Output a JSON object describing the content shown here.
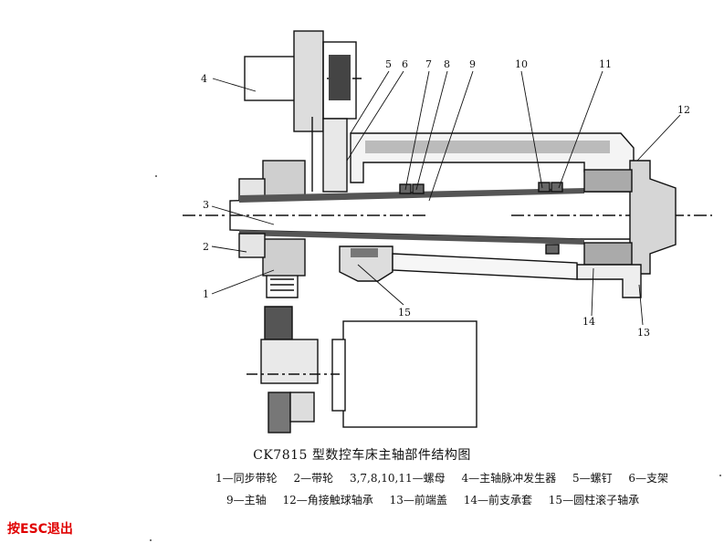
{
  "callouts": [
    "4",
    "5",
    "6",
    "8",
    "7",
    "9",
    "10",
    "11",
    "12",
    "3",
    "2",
    "1",
    "15",
    "14",
    "13"
  ],
  "caption": {
    "title": "CK7815 型数控车床主轴部件结构图",
    "legend_row1": [
      "1—同步带轮",
      "2—带轮",
      "3,7,8,10,11—螺母",
      "4—主轴脉冲发生器",
      "5—螺钉",
      "6—支架"
    ],
    "legend_row2": [
      "9—主轴",
      "12—角接触球轴承",
      "13—前端盖",
      "14—前支承套",
      "15—圆柱滚子轴承"
    ]
  },
  "exit_hint": "按ESC退出",
  "colors": {
    "exit_hint": "#e00000",
    "ink": "#111111"
  }
}
